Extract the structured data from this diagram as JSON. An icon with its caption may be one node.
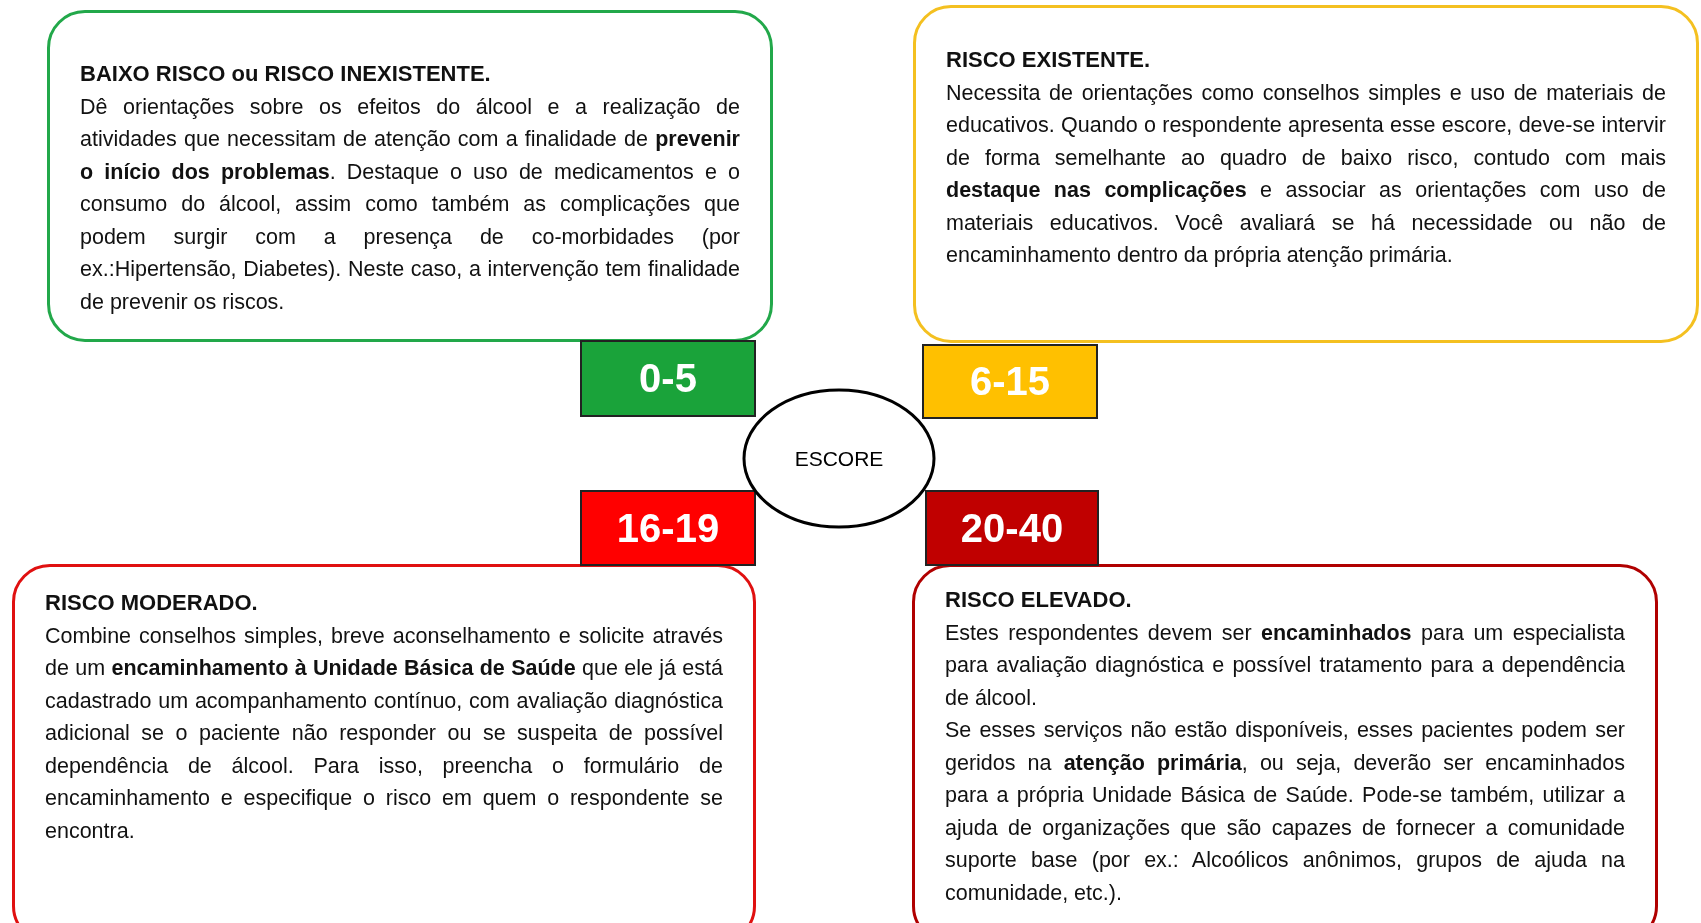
{
  "diagram": {
    "nodes": [
      {
        "text": [
          "BAIXO RISCO ou RISCO INEXISTENTE.",
          "Dê orientações sobre os efeitos do álcool e a realização de atividades que necessitam de atenção com a finalidade de **prevenir o início dos problemas**. Destaque o uso de medicamentos e o consumo do álcool, assim como também as complicações que podem surgir com a presença de co-morbidades (por ex.:Hipertensão, Diabetes). Neste caso, a intervenção tem finalidade de prevenir os riscos."
        ]
      },
      {
        "text": [
          "RISCO EXISTENTE.",
          "Necessita de orientações como conselhos simples e uso de materiais de educativos. Quando o respondente apresenta esse escore, deve-se intervir de forma semelhante ao quadro de baixo risco, contudo com mais **destaque nas complicações** e associar as orientações com uso de materiais educativos. Você avaliará se há necessidade ou não de encaminhamento dentro da própria atenção primária."
        ]
      },
      {
        "text": [
          "0-5"
        ]
      },
      {
        "text": [
          "6-15"
        ]
      },
      {
        "text": [
          "ESCORE"
        ]
      },
      {
        "text": [
          "16-19"
        ]
      },
      {
        "text": [
          "20-40"
        ]
      },
      {
        "text": [
          "RISCO MODERADO.",
          "Combine conselhos simples, breve aconselhamento e solicite através de um **encaminhamento à Unidade Básica de Saúde** que ele já está cadastrado um acompanhamento contínuo, com avaliação diagnóstica adicional se o paciente não responder ou se suspeita de possível dependência de álcool. Para isso, preencha o formulário de encaminhamento e especifique o risco em quem o respondente se encontra."
        ]
      },
      {
        "text": [
          "RISCO ELEVADO.",
          "Estes respondentes devem ser **encaminhados** para um especialista para avaliação diagnóstica e possível tratamento para a dependência de álcool.",
          "Se esses serviços não estão disponíveis, esses pacientes podem ser geridos na **atenção primária**, ou seja, deverão ser encaminhados para a própria Unidade Básica de Saúde. Pode-se também, utilizar a ajuda de organizações que são capazes de fornecer a comunidade suporte base (por ex.: Alcoólicos anônimos, grupos de ajuda na comunidade, etc.)."
        ]
      }
    ]
  }
}
